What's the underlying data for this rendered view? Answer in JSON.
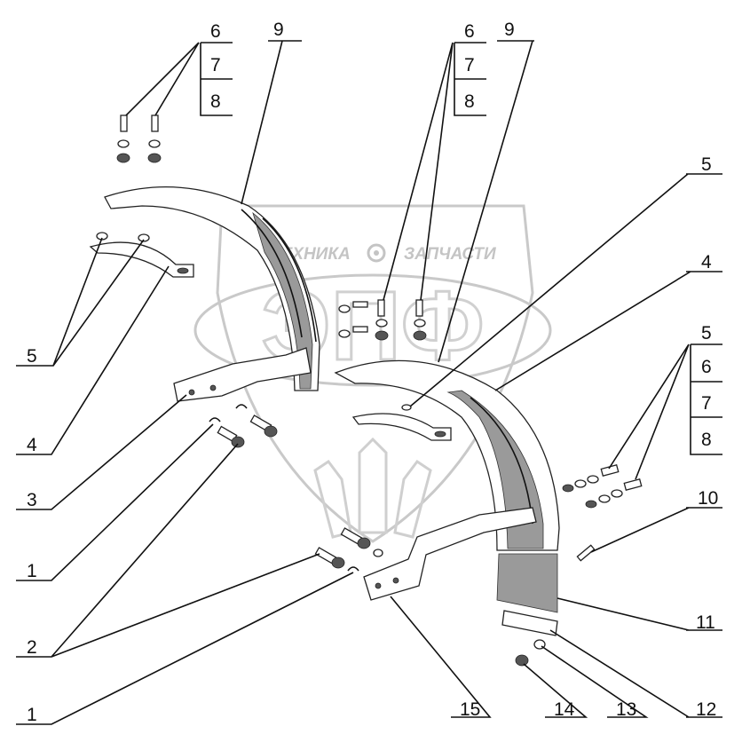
{
  "watermark": {
    "text_left": "ТЕХНИКА",
    "text_right": "ЗАПЧАСТИ",
    "monogram": "ЭПФ",
    "gear_icon": "gear-icon"
  },
  "callouts": {
    "left_fender": {
      "top_box": [
        "6",
        "7",
        "8"
      ],
      "label_9": "9",
      "label_5": "5",
      "label_4": "4",
      "label_3": "3",
      "label_1a": "1",
      "label_2": "2",
      "label_1b": "1"
    },
    "right_fender": {
      "top_box": [
        "6",
        "7",
        "8"
      ],
      "label_9": "9",
      "label_5": "5",
      "label_4": "4",
      "side_box": [
        "5",
        "6",
        "7",
        "8"
      ],
      "label_10": "10",
      "label_11": "11",
      "label_12": "12",
      "label_13": "13",
      "label_14": "14",
      "label_15": "15"
    }
  }
}
